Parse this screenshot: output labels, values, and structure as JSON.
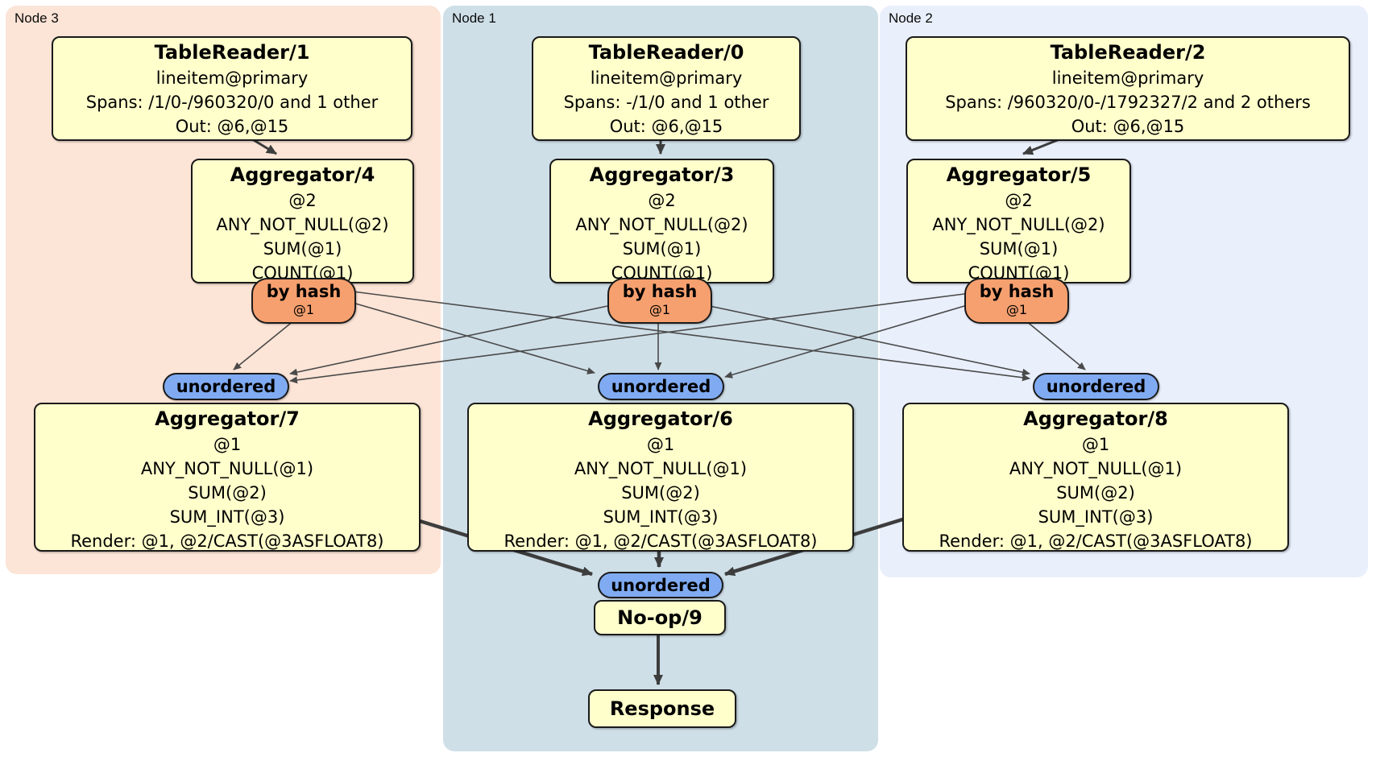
{
  "regions": [
    {
      "label": "Node 3",
      "color": "#fce4d6"
    },
    {
      "label": "Node 1",
      "color": "#cfdfe8"
    },
    {
      "label": "Node 2",
      "color": "#e9effb"
    }
  ],
  "processors": {
    "tr1": {
      "title": "TableReader/1",
      "lines": [
        "lineitem@primary",
        "Spans: /1/0-/960320/0 and 1 other",
        "Out: @6,@15"
      ]
    },
    "tr0": {
      "title": "TableReader/0",
      "lines": [
        "lineitem@primary",
        "Spans: -/1/0 and 1 other",
        "Out: @6,@15"
      ]
    },
    "tr2": {
      "title": "TableReader/2",
      "lines": [
        "lineitem@primary",
        "Spans: /960320/0-/1792327/2 and 2 others",
        "Out: @6,@15"
      ]
    },
    "agg4": {
      "title": "Aggregator/4",
      "lines": [
        "@2",
        "ANY_NOT_NULL(@2)",
        "SUM(@1)",
        "COUNT(@1)"
      ]
    },
    "agg3": {
      "title": "Aggregator/3",
      "lines": [
        "@2",
        "ANY_NOT_NULL(@2)",
        "SUM(@1)",
        "COUNT(@1)"
      ]
    },
    "agg5": {
      "title": "Aggregator/5",
      "lines": [
        "@2",
        "ANY_NOT_NULL(@2)",
        "SUM(@1)",
        "COUNT(@1)"
      ]
    },
    "agg7": {
      "title": "Aggregator/7",
      "lines": [
        "@1",
        "ANY_NOT_NULL(@1)",
        "SUM(@2)",
        "SUM_INT(@3)",
        "Render: @1, @2/CAST(@3ASFLOAT8)"
      ]
    },
    "agg6": {
      "title": "Aggregator/6",
      "lines": [
        "@1",
        "ANY_NOT_NULL(@1)",
        "SUM(@2)",
        "SUM_INT(@3)",
        "Render: @1, @2/CAST(@3ASFLOAT8)"
      ]
    },
    "agg8": {
      "title": "Aggregator/8",
      "lines": [
        "@1",
        "ANY_NOT_NULL(@1)",
        "SUM(@2)",
        "SUM_INT(@3)",
        "Render: @1, @2/CAST(@3ASFLOAT8)"
      ]
    },
    "noop": {
      "title": "No-op/9"
    },
    "response": {
      "title": "Response"
    }
  },
  "routers": {
    "by_hash": {
      "label": "by hash",
      "detail": "@1"
    }
  },
  "streams": {
    "unordered_label": "unordered"
  },
  "colors": {
    "node3_bg": "#fce4d6",
    "node1_bg": "#cfdfe8",
    "node2_bg": "#e9effb",
    "processor_bg": "#ffffcc",
    "hash_router_bg": "#f6a06f",
    "stream_badge_bg": "#80abf2",
    "edge": "#4a4a4a",
    "border": "#1a1a1a"
  }
}
